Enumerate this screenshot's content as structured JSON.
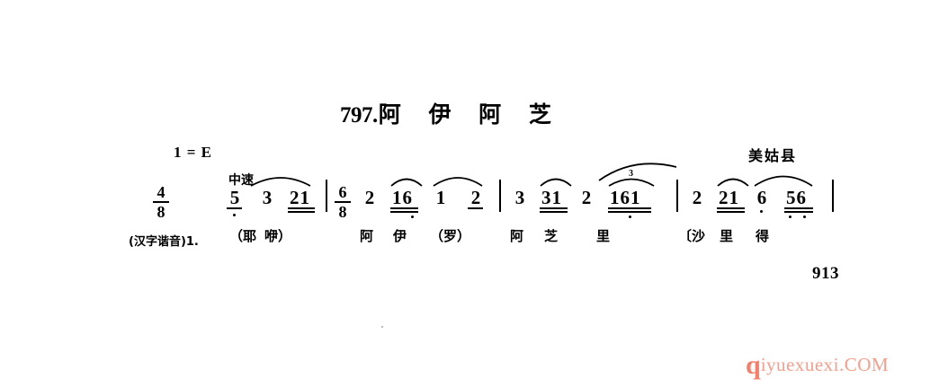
{
  "page": {
    "number": "913",
    "region": "美姑县",
    "watermark_main": "q",
    "watermark_rest": "iyuexuexi.COM",
    "watermark_color": "#f4806b"
  },
  "title": {
    "number": "797.",
    "name": "阿 伊 阿 芝"
  },
  "score_header": {
    "key": "1 = E",
    "tempo": "中速"
  },
  "notation": {
    "time_signatures": [
      {
        "numerator": "4",
        "denominator": "8"
      },
      {
        "numerator": "6",
        "denominator": "8"
      }
    ],
    "measures": [
      {
        "index": 1,
        "time_signature": "4/8",
        "notes": [
          {
            "digit": "5",
            "octave": "low",
            "beams": 1
          },
          {
            "digit": "3",
            "octave": "mid",
            "beams": 0
          },
          {
            "digit": "2",
            "octave": "mid",
            "beams": 2
          },
          {
            "digit": "1",
            "octave": "mid",
            "beams": 2
          }
        ]
      },
      {
        "index": 2,
        "time_signature": "6/8",
        "notes": [
          {
            "digit": "2",
            "octave": "mid",
            "beams": 0
          },
          {
            "digit": "1",
            "octave": "mid",
            "beams": 2
          },
          {
            "digit": "6",
            "octave": "low",
            "beams": 2
          },
          {
            "digit": "1",
            "octave": "mid",
            "beams": 0
          },
          {
            "digit": "2",
            "octave": "mid",
            "beams": 1
          }
        ]
      },
      {
        "index": 3,
        "time_signature": "",
        "notes": [
          {
            "digit": "3",
            "octave": "mid",
            "beams": 0
          },
          {
            "digit": "3",
            "octave": "mid",
            "beams": 2
          },
          {
            "digit": "1",
            "octave": "mid",
            "beams": 2
          },
          {
            "digit": "2",
            "octave": "mid",
            "beams": 0
          },
          {
            "digit": "1",
            "octave": "mid",
            "beams": 2
          },
          {
            "digit": "6",
            "octave": "low",
            "beams": 2
          },
          {
            "digit": "1",
            "octave": "mid",
            "beams": 2
          }
        ],
        "tuplet": "3"
      },
      {
        "index": 4,
        "time_signature": "",
        "notes": [
          {
            "digit": "2",
            "octave": "mid",
            "beams": 0
          },
          {
            "digit": "2",
            "octave": "mid",
            "beams": 2
          },
          {
            "digit": "1",
            "octave": "mid",
            "beams": 2
          },
          {
            "digit": "6",
            "octave": "low",
            "beams": 0
          },
          {
            "digit": "5",
            "octave": "low",
            "beams": 2
          },
          {
            "digit": "6",
            "octave": "low",
            "beams": 2
          }
        ]
      }
    ]
  },
  "lyrics": {
    "prefix": "(汉字谐音)1.",
    "syllables": [
      "（耶",
      "咿）",
      "阿",
      "伊",
      "（罗）",
      "阿",
      "芝",
      "里",
      "〔沙",
      "里",
      "得"
    ]
  }
}
